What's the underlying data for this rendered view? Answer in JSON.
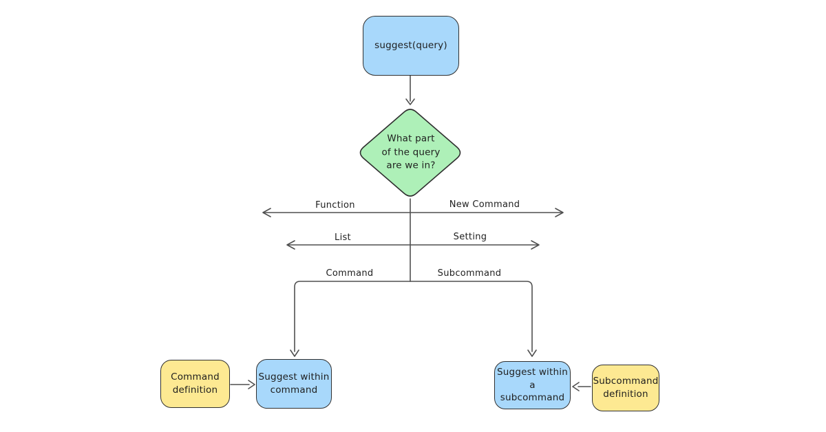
{
  "colors": {
    "background": "#ffffff",
    "node_blue": "#a8d8fb",
    "node_green": "#aef0b8",
    "node_yellow": "#fde992",
    "edge_stroke": "#4f4f4f",
    "node_stroke": "#2f2f2f",
    "text": "#1e1e1e"
  },
  "nodes": {
    "start": {
      "label": "suggest(query)"
    },
    "decision": {
      "lines": [
        "What part",
        "of the query",
        "are we in?"
      ]
    },
    "command_definition": {
      "lines": [
        "Command",
        "definition"
      ]
    },
    "suggest_within_command": {
      "lines": [
        "Suggest within",
        "command"
      ]
    },
    "suggest_within_subcommand": {
      "lines": [
        "Suggest within a",
        "subcommand"
      ]
    },
    "subcommand_definition": {
      "lines": [
        "Subcommand",
        "definition"
      ]
    }
  },
  "edge_labels": {
    "function": "Function",
    "new_command": "New Command",
    "list": "List",
    "setting": "Setting",
    "command": "Command",
    "subcommand": "Subcommand"
  }
}
